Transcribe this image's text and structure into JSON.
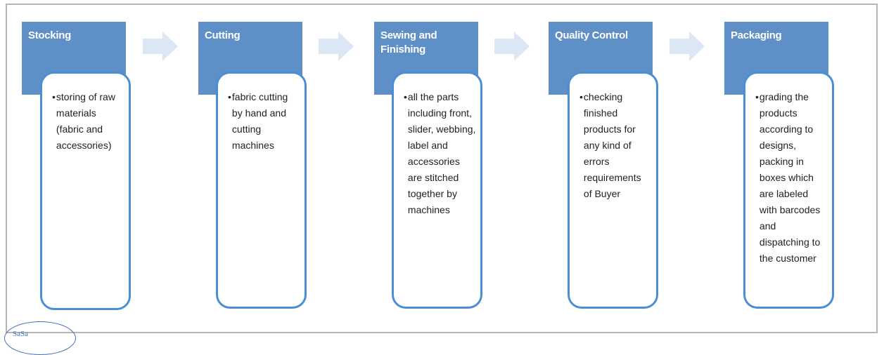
{
  "steps": [
    {
      "title": "Stocking",
      "text": "storing of raw materials (fabric  and accessories)"
    },
    {
      "title": "Cutting",
      "text": "fabric cutting by hand and cutting machines"
    },
    {
      "title": "Sewing and Finishing",
      "text": "all the parts including front, slider, webbing, label and accessories are stitched together by machines"
    },
    {
      "title": "Quality Control",
      "text": "checking finished products for any kind of errors requirements of Buyer"
    },
    {
      "title": "Packaging",
      "text": "grading the products according to designs, packing in boxes which are labeled with barcodes and dispatching to the customer"
    }
  ],
  "colors": {
    "header_fill": "#5f8fc7",
    "card_border": "#4c8ed6",
    "arrow_fill": "#dbe7f5",
    "frame_border": "#b5b5b5"
  },
  "stamp_text": "SaSa"
}
